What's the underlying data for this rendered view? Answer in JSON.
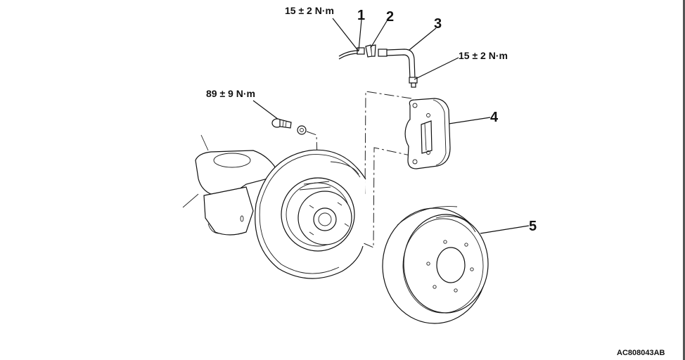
{
  "diagram": {
    "title": "Rear brake caliper and disc exploded view",
    "figure_code": "AC808043AB",
    "callouts": [
      {
        "number": "1",
        "part": "brake hose connector"
      },
      {
        "number": "2",
        "part": "clip"
      },
      {
        "number": "3",
        "part": "brake hose"
      },
      {
        "number": "4",
        "part": "caliper assembly"
      },
      {
        "number": "5",
        "part": "brake disc"
      }
    ],
    "torque_specs": [
      {
        "value": "15 ± 2 N·m",
        "applies_to": "brake hose connector (1)"
      },
      {
        "value": "15 ± 2 N·m",
        "applies_to": "brake hose banjo at caliper"
      },
      {
        "value": "89 ± 9 N·m",
        "applies_to": "caliper mounting bolt"
      }
    ],
    "colors": {
      "line": "#111111",
      "background": "#ffffff",
      "edge": "#555555"
    }
  }
}
